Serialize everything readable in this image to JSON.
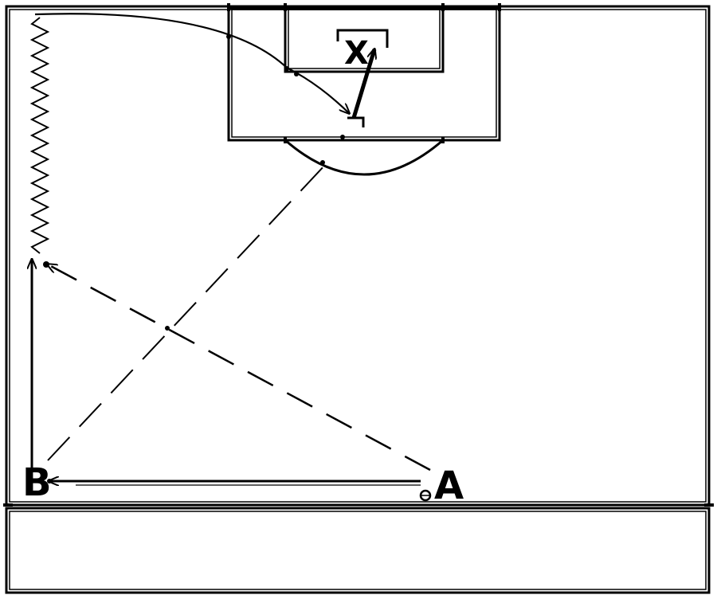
{
  "diagram": {
    "players": [
      {
        "id": "player-a",
        "label": "A"
      },
      {
        "id": "player-b",
        "label": "B"
      },
      {
        "id": "player-x",
        "label": "X"
      }
    ],
    "colors": {
      "line": "#000000",
      "background": "#ffffff"
    }
  }
}
